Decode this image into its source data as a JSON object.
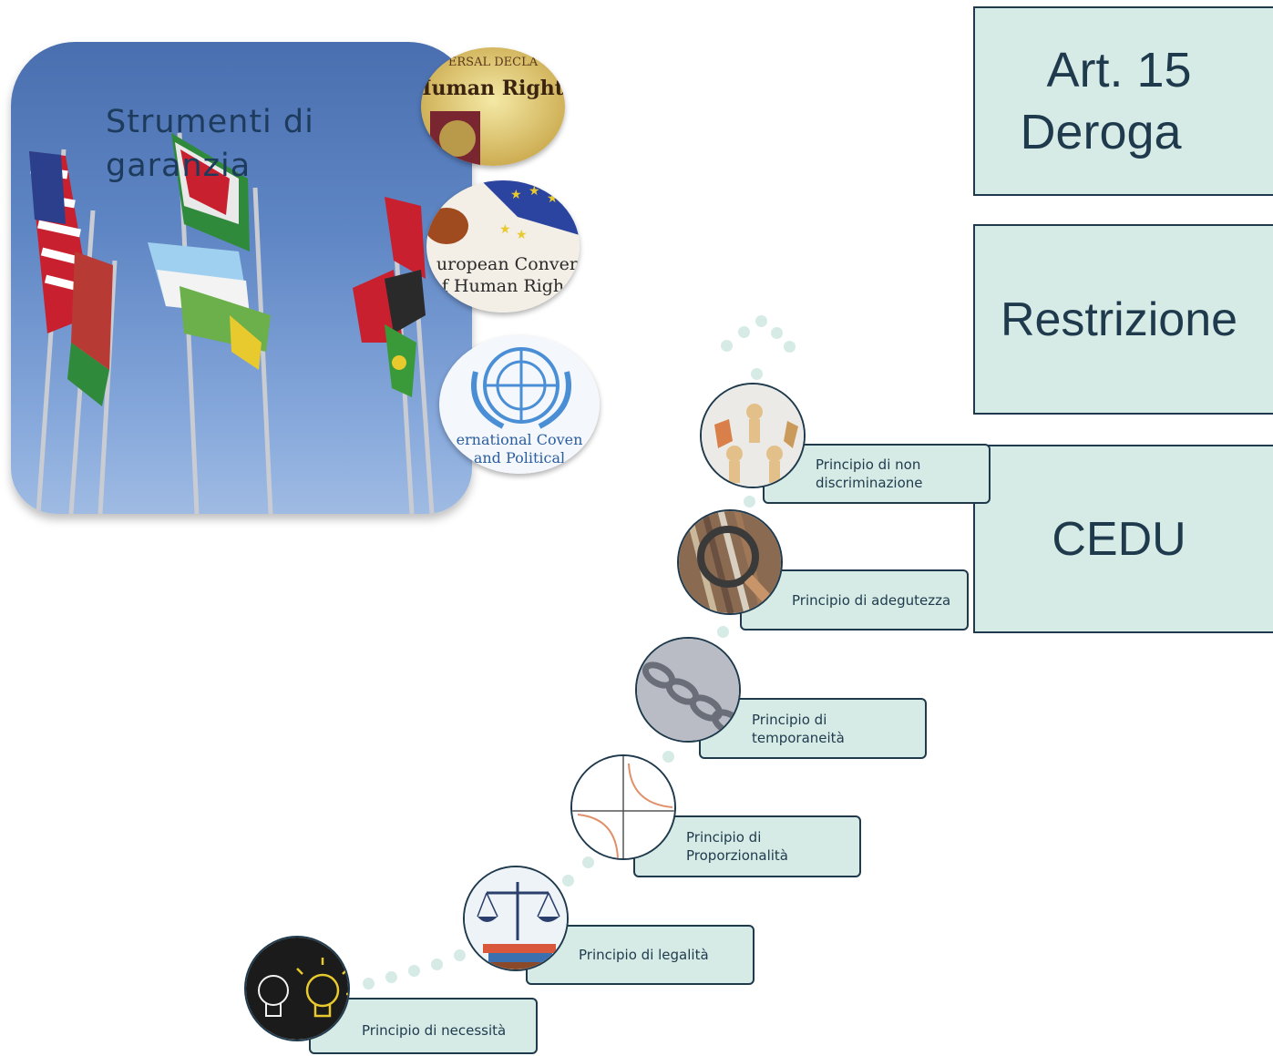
{
  "card": {
    "title": "Strumenti di garanzia",
    "medallions": [
      {
        "name": "universal-declaration",
        "line1": "ERSAL DECLA",
        "line2": "Human Rights"
      },
      {
        "name": "european-convention",
        "line1": "uropean Conven",
        "line2": "f Human Righ"
      },
      {
        "name": "international-covenant",
        "line1": "ernational Coven",
        "line2": "and Political"
      }
    ]
  },
  "panels": {
    "art15_line1": "Art. 15",
    "art15_line2": "Deroga",
    "restrizione": "Restrizione",
    "cedu": "CEDU"
  },
  "steps": [
    {
      "label": "Principio di necessità",
      "icon": "lightbulb-icon"
    },
    {
      "label": "Principio di legalità",
      "icon": "scales-icon"
    },
    {
      "label": "Principio di Proporzionalità",
      "icon": "graph-icon"
    },
    {
      "label": "Principio di temporaneità",
      "icon": "chain-icon"
    },
    {
      "label": "Principio di adegutezza",
      "icon": "magnifier-icon"
    },
    {
      "label": "Principio di non discriminazione",
      "icon": "paper-people-icon"
    }
  ],
  "colors": {
    "panel_fill": "#d6ebe5",
    "border": "#1f3a4d",
    "text": "#1f3a4d",
    "title": "#1d3b5c"
  }
}
